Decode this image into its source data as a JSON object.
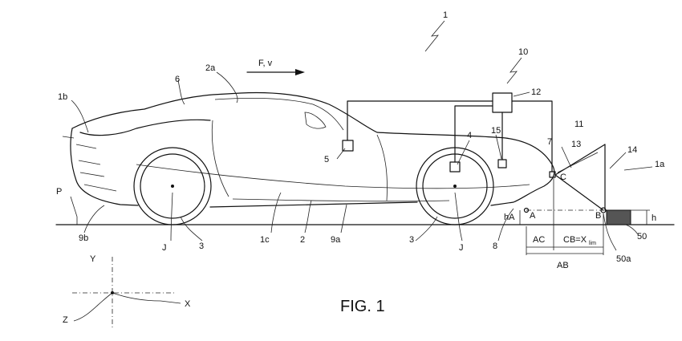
{
  "figure": {
    "caption": "FIG. 1",
    "labels": {
      "l1": "1",
      "l1a": "1a",
      "l1b": "1b",
      "l1c": "1c",
      "l2": "2",
      "l2a": "2a",
      "l3a": "3",
      "l3b": "3",
      "l4": "4",
      "l5": "5",
      "l6": "6",
      "l7": "7",
      "l8": "8",
      "l9a": "9a",
      "l9b": "9b",
      "l10": "10",
      "l11": "11",
      "l12": "12",
      "l13": "13",
      "l14": "14",
      "l15": "15",
      "l50": "50",
      "l50a": "50a",
      "lP": "P",
      "lJ1": "J",
      "lJ2": "J",
      "lhA": "hA",
      "lh": "h",
      "lA": "A",
      "lB": "B",
      "lC": "C",
      "lAC": "AC",
      "lCB": "CB=X",
      "lCBsub": "lim",
      "lAB": "AB",
      "lFv": "F, v",
      "axX": "X",
      "axY": "Y",
      "axZ": "Z"
    }
  }
}
